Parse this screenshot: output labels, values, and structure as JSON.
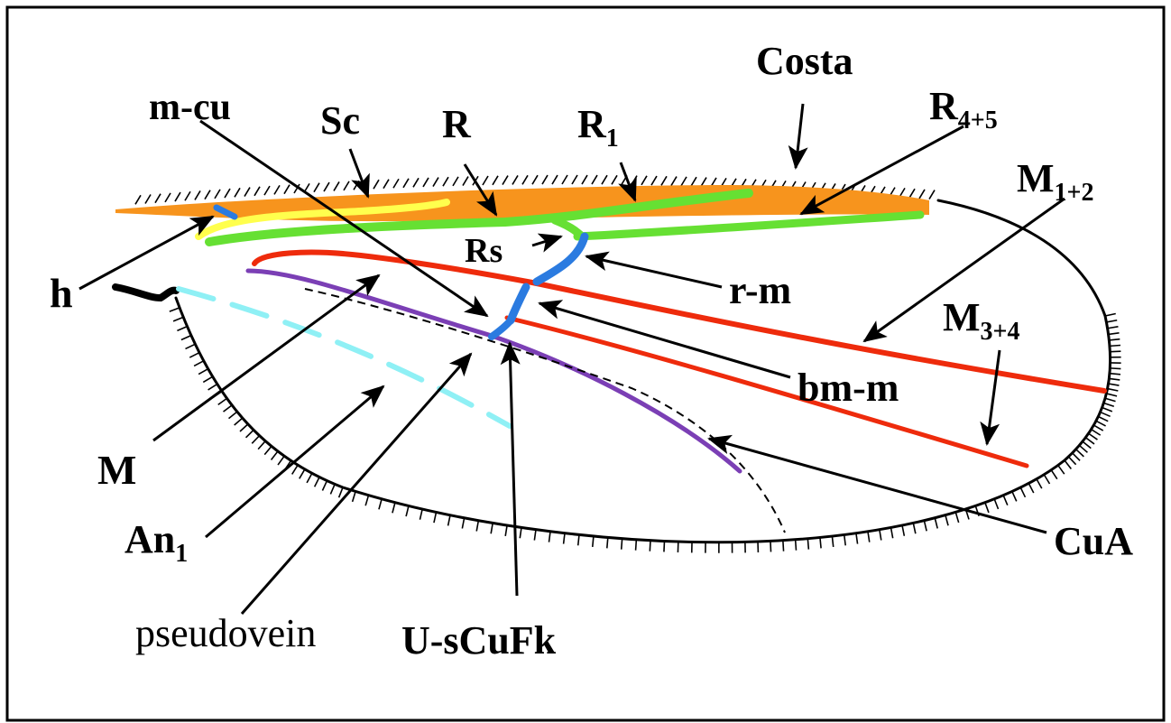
{
  "diagram": {
    "labels": {
      "costa": "Costa",
      "r45_main": "R",
      "r45_sub": "4+5",
      "m12_main": "M",
      "m12_sub": "1+2",
      "mcu": "m-cu",
      "sc": "Sc",
      "r": "R",
      "r1_main": "R",
      "r1_sub": "1",
      "rs": "Rs",
      "h": "h",
      "rm": "r-m",
      "m34_main": "M",
      "m34_sub": "3+4",
      "bmm": "bm-m",
      "m": "M",
      "an1_main": "An",
      "an1_sub": "1",
      "cua": "CuA",
      "pseudovein": "pseudovein",
      "usc": "U-sCuFk"
    },
    "colors": {
      "costa": "#f7941d",
      "sc": "#ffff4d",
      "radius": "#66e033",
      "media": "#ee2b0c",
      "crossvein": "#2b7be0",
      "cua": "#7b3fb5",
      "anal": "#8ff0f5",
      "outline": "#000000"
    }
  }
}
